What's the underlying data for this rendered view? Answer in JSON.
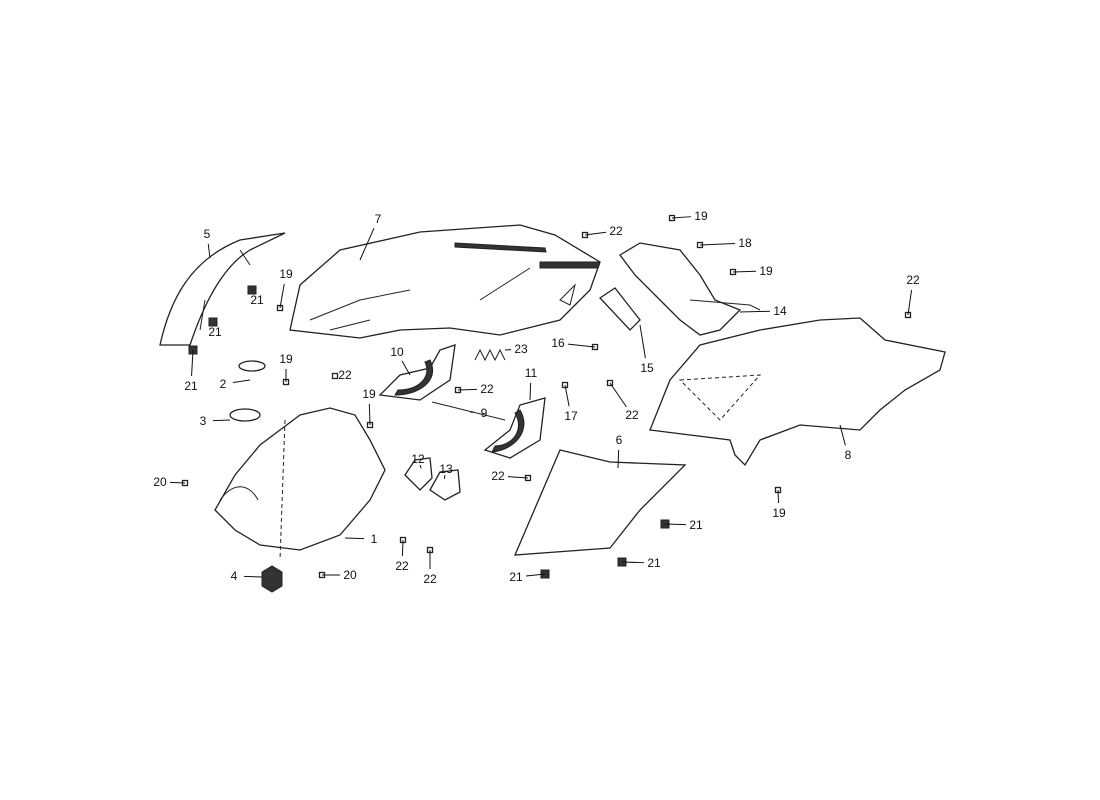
{
  "diagram": {
    "title": "Body panels exploded parts view",
    "callouts": [
      "5",
      "7",
      "22",
      "19",
      "18",
      "19",
      "22",
      "14",
      "19",
      "21",
      "21",
      "21",
      "19",
      "10",
      "23",
      "22",
      "22",
      "16",
      "15",
      "2",
      "3",
      "19",
      "11",
      "9",
      "17",
      "22",
      "12",
      "13",
      "6",
      "8",
      "20",
      "22",
      "19",
      "1",
      "21",
      "21",
      "4",
      "20",
      "22",
      "22",
      "21"
    ]
  }
}
